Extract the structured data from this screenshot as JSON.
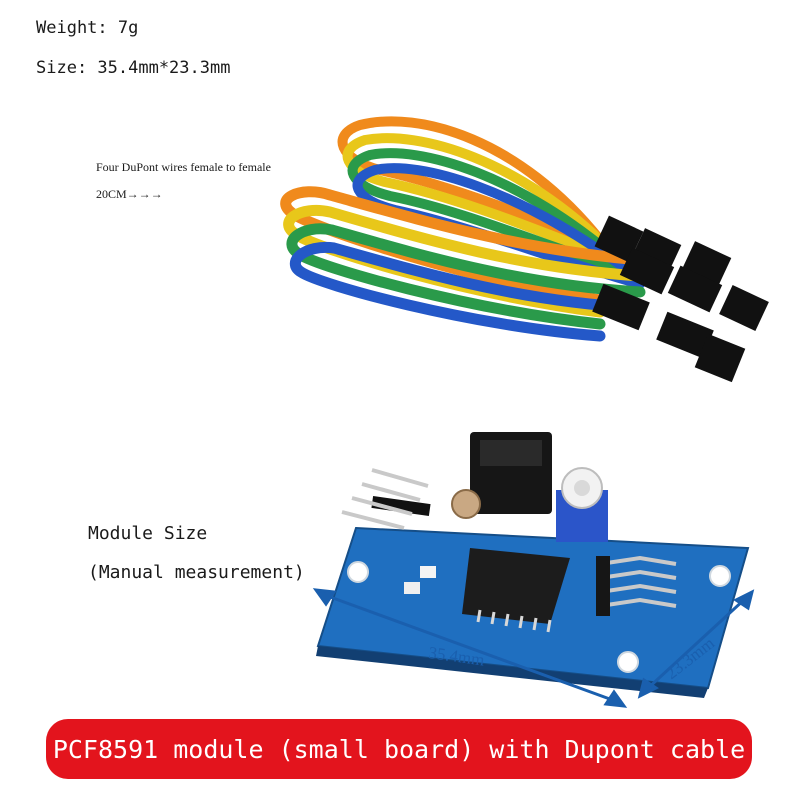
{
  "weight": "Weight: 7g",
  "size": "Size: 35.4mm*23.3mm",
  "wires_line1": "Four DuPont wires female to female",
  "wires_line2": "20CM→→→",
  "module_size": "Module Size",
  "manual": "(Manual measurement)",
  "dim_width": "35.4mm",
  "dim_height": "23.3mm",
  "banner": "PCF8591 module (small board) with Dupont cable",
  "colors": {
    "banner": "#e3141d",
    "pcb": "#1f6fc0",
    "dimension": "#1a5fae",
    "wire_orange": "#f08a1c",
    "wire_yellow": "#e8c71a",
    "wire_green": "#2a9a4a",
    "wire_blue": "#2458c8"
  },
  "icons": [
    "dupont-cable-icon",
    "pcf8591-board-icon",
    "dimension-arrow-icon"
  ]
}
